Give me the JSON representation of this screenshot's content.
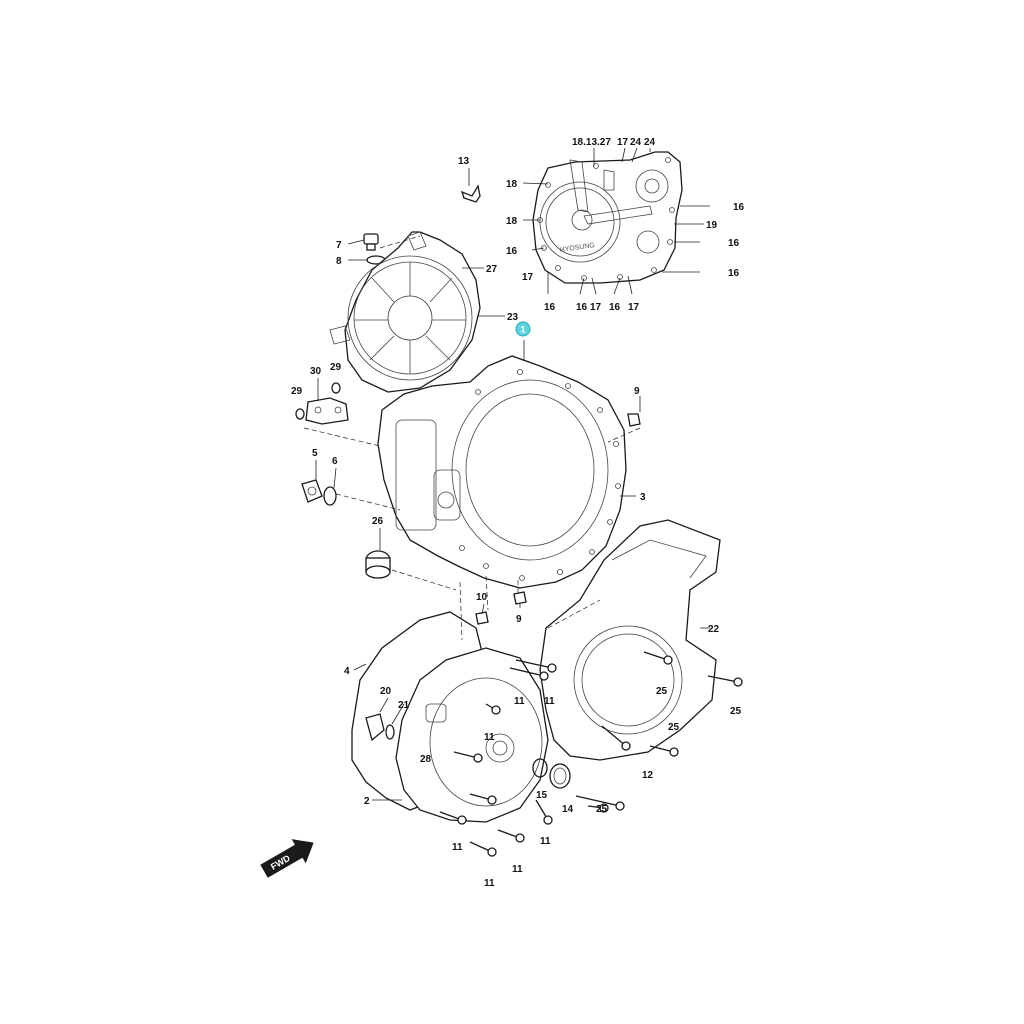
{
  "callouts": [
    {
      "id": "c13a",
      "label": "13"
    },
    {
      "id": "c18-13-27",
      "label": "18.13.27"
    },
    {
      "id": "c17a",
      "label": "17"
    },
    {
      "id": "c24a",
      "label": "24"
    },
    {
      "id": "c24b",
      "label": "24"
    },
    {
      "id": "c18a",
      "label": "18"
    },
    {
      "id": "c18b",
      "label": "18"
    },
    {
      "id": "c16a",
      "label": "16"
    },
    {
      "id": "c16b",
      "label": "16"
    },
    {
      "id": "c16c",
      "label": "16"
    },
    {
      "id": "c16d",
      "label": "16"
    },
    {
      "id": "c19",
      "label": "19"
    },
    {
      "id": "c17b",
      "label": "17"
    },
    {
      "id": "c16e",
      "label": "16"
    },
    {
      "id": "c16f",
      "label": "16"
    },
    {
      "id": "c17c",
      "label": "17"
    },
    {
      "id": "c16g",
      "label": "16"
    },
    {
      "id": "c17d",
      "label": "17"
    },
    {
      "id": "c7",
      "label": "7"
    },
    {
      "id": "c8",
      "label": "8"
    },
    {
      "id": "c27",
      "label": "27"
    },
    {
      "id": "c23",
      "label": "23"
    },
    {
      "id": "c30",
      "label": "30"
    },
    {
      "id": "c29a",
      "label": "29"
    },
    {
      "id": "c29b",
      "label": "29"
    },
    {
      "id": "c9a",
      "label": "9"
    },
    {
      "id": "c5",
      "label": "5"
    },
    {
      "id": "c6",
      "label": "6"
    },
    {
      "id": "c3",
      "label": "3"
    },
    {
      "id": "c26",
      "label": "26"
    },
    {
      "id": "c10",
      "label": "10"
    },
    {
      "id": "c9b",
      "label": "9"
    },
    {
      "id": "c22",
      "label": "22"
    },
    {
      "id": "c4",
      "label": "4"
    },
    {
      "id": "c11a",
      "label": "11"
    },
    {
      "id": "c11b",
      "label": "11"
    },
    {
      "id": "c20",
      "label": "20"
    },
    {
      "id": "c21",
      "label": "21"
    },
    {
      "id": "c11c",
      "label": "11"
    },
    {
      "id": "c25a",
      "label": "25"
    },
    {
      "id": "c25b",
      "label": "25"
    },
    {
      "id": "c25c",
      "label": "25"
    },
    {
      "id": "c28",
      "label": "28"
    },
    {
      "id": "c12",
      "label": "12"
    },
    {
      "id": "c15",
      "label": "15"
    },
    {
      "id": "c14",
      "label": "14"
    },
    {
      "id": "c25d",
      "label": "25"
    },
    {
      "id": "c2",
      "label": "2"
    },
    {
      "id": "c11d",
      "label": "11"
    },
    {
      "id": "c11e",
      "label": "11"
    },
    {
      "id": "c11f",
      "label": "11"
    },
    {
      "id": "c11g",
      "label": "11"
    }
  ],
  "highlight": {
    "label": "1",
    "color": "#5fd3e0"
  },
  "direction_arrow": {
    "label": "FWD"
  },
  "cover_stamp": {
    "label": "HYOSUNG"
  }
}
